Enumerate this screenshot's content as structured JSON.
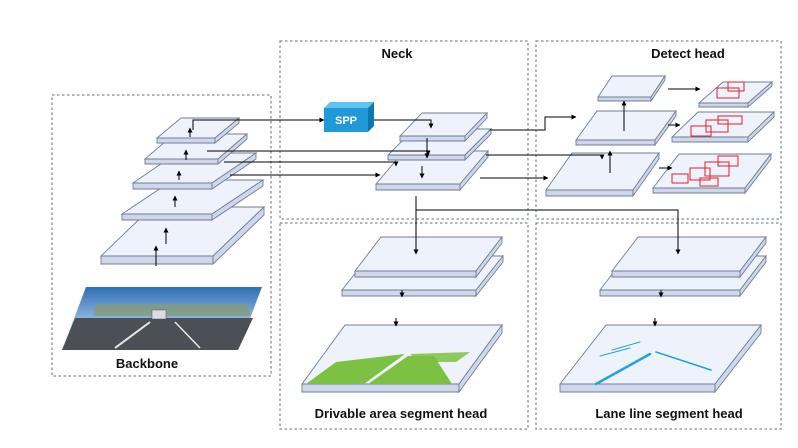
{
  "panels": {
    "backbone": "Backbone",
    "neck": "Neck",
    "detect_head": "Detect head",
    "drivable_head": "Drivable area segment head",
    "lane_head": "Lane line segment head"
  },
  "spp_block": "SPP",
  "colors": {
    "panel_border": "#7f8a99",
    "plate_fill": "#eef2fb",
    "plate_edge": "#6f7d96",
    "spp_fill": "#1f9ad6",
    "drivable_green": "#7cc142",
    "lane_cyan": "#1fa3d8",
    "box_red": "#e0202a"
  }
}
